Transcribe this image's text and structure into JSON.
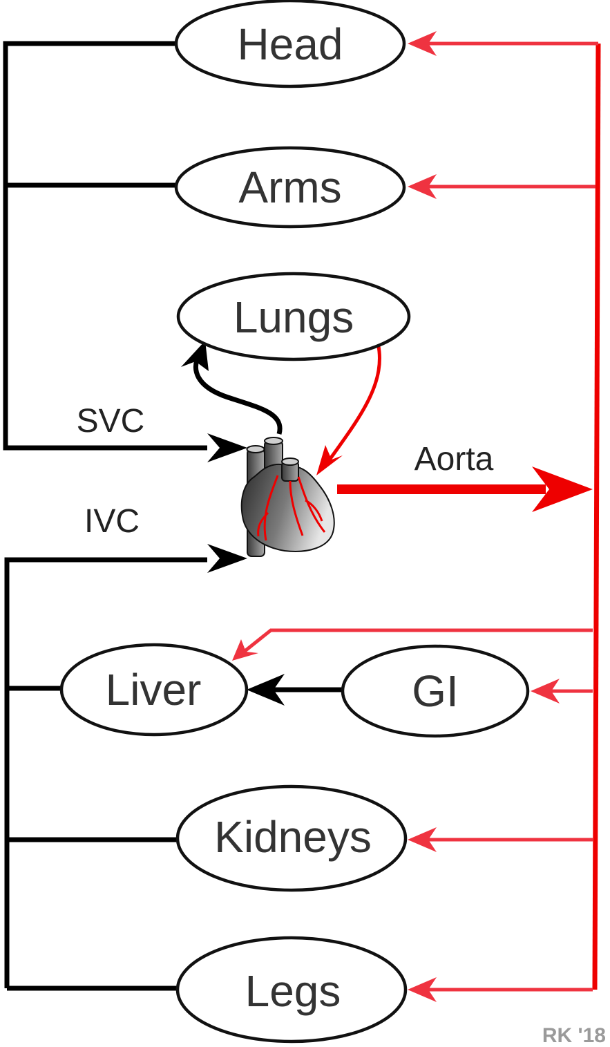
{
  "organs": {
    "head": "Head",
    "arms": "Arms",
    "lungs": "Lungs",
    "liver": "Liver",
    "gi": "GI",
    "kidneys": "Kidneys",
    "legs": "Legs"
  },
  "vessels": {
    "svc": "SVC",
    "ivc": "IVC",
    "aorta": "Aorta"
  },
  "signature": "RK '18",
  "colors": {
    "venous": "#000000",
    "arterial": "#ee0000",
    "arterial_branch": "#ef3340",
    "organ_outline": "#222222"
  },
  "icons": {
    "heart": "heart-icon"
  }
}
